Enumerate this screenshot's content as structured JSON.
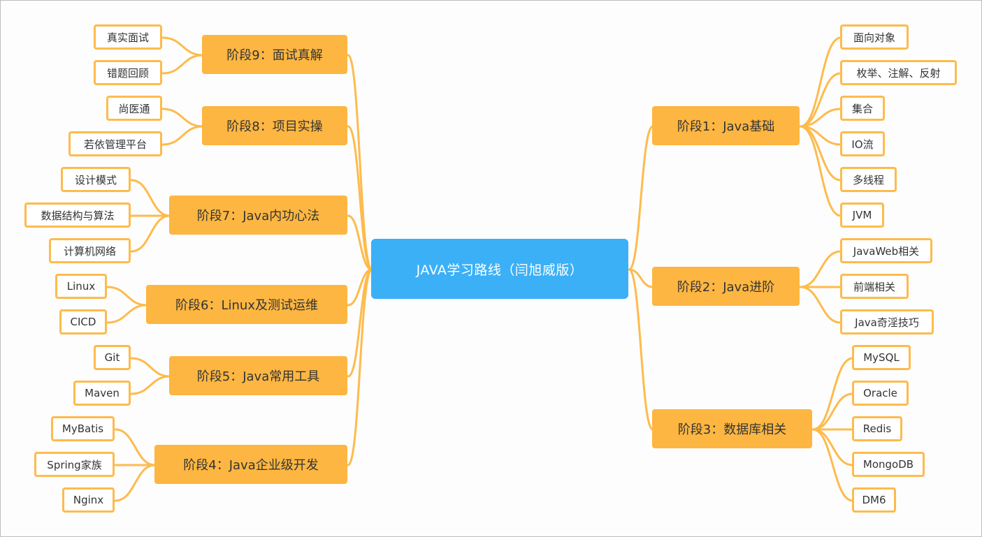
{
  "root": {
    "label": "JAVA学习路线（闫旭威版）"
  },
  "colors": {
    "root": "#3bb0f7",
    "stage": "#fdb641",
    "leaf_border": "#fdbb4d",
    "link": "#fdbb4d"
  },
  "left_stages": [
    {
      "id": "stage9",
      "label": "阶段9：面试真解",
      "children": [
        "真实面试",
        "错题回顾"
      ]
    },
    {
      "id": "stage8",
      "label": "阶段8：项目实操",
      "children": [
        "尚医通",
        "若依管理平台"
      ]
    },
    {
      "id": "stage7",
      "label": "阶段7：Java内功心法",
      "children": [
        "设计模式",
        "数据结构与算法",
        "计算机网络"
      ]
    },
    {
      "id": "stage6",
      "label": "阶段6：Linux及测试运维",
      "children": [
        "Linux",
        "CICD"
      ]
    },
    {
      "id": "stage5",
      "label": "阶段5：Java常用工具",
      "children": [
        "Git",
        "Maven"
      ]
    },
    {
      "id": "stage4",
      "label": "阶段4：Java企业级开发",
      "children": [
        "MyBatis",
        "Spring家族",
        "Nginx"
      ]
    }
  ],
  "right_stages": [
    {
      "id": "stage1",
      "label": "阶段1：Java基础",
      "children": [
        "面向对象",
        "枚举、注解、反射",
        "集合",
        "IO流",
        "多线程",
        "JVM"
      ]
    },
    {
      "id": "stage2",
      "label": "阶段2：Java进阶",
      "children": [
        "JavaWeb相关",
        "前端相关",
        "Java奇淫技巧"
      ]
    },
    {
      "id": "stage3",
      "label": "阶段3：数据库相关",
      "children": [
        "MySQL",
        "Oracle",
        "Redis",
        "MongoDB",
        "DM6"
      ]
    }
  ]
}
